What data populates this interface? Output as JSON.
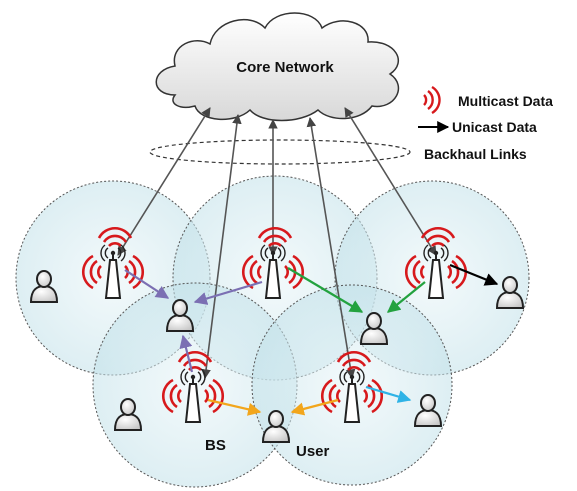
{
  "cloud": {
    "label": "Core Network"
  },
  "legend": {
    "multicast_label": "Multicast Data",
    "unicast_label": "Unicast Data",
    "backhaul_label": "Backhaul Links"
  },
  "labels": {
    "bs": "BS",
    "user": "User"
  },
  "colors": {
    "multicast_wave": "#d7191c",
    "backhaul_link": "#555555",
    "cell_fill": "#c9e6ec",
    "user_arrow_1": "#7b6fb3",
    "user_arrow_2": "#23a23f",
    "user_arrow_3": "#f2a61c",
    "user_arrow_4": "#2fb3e6",
    "user_arrow_5": "#000000"
  }
}
